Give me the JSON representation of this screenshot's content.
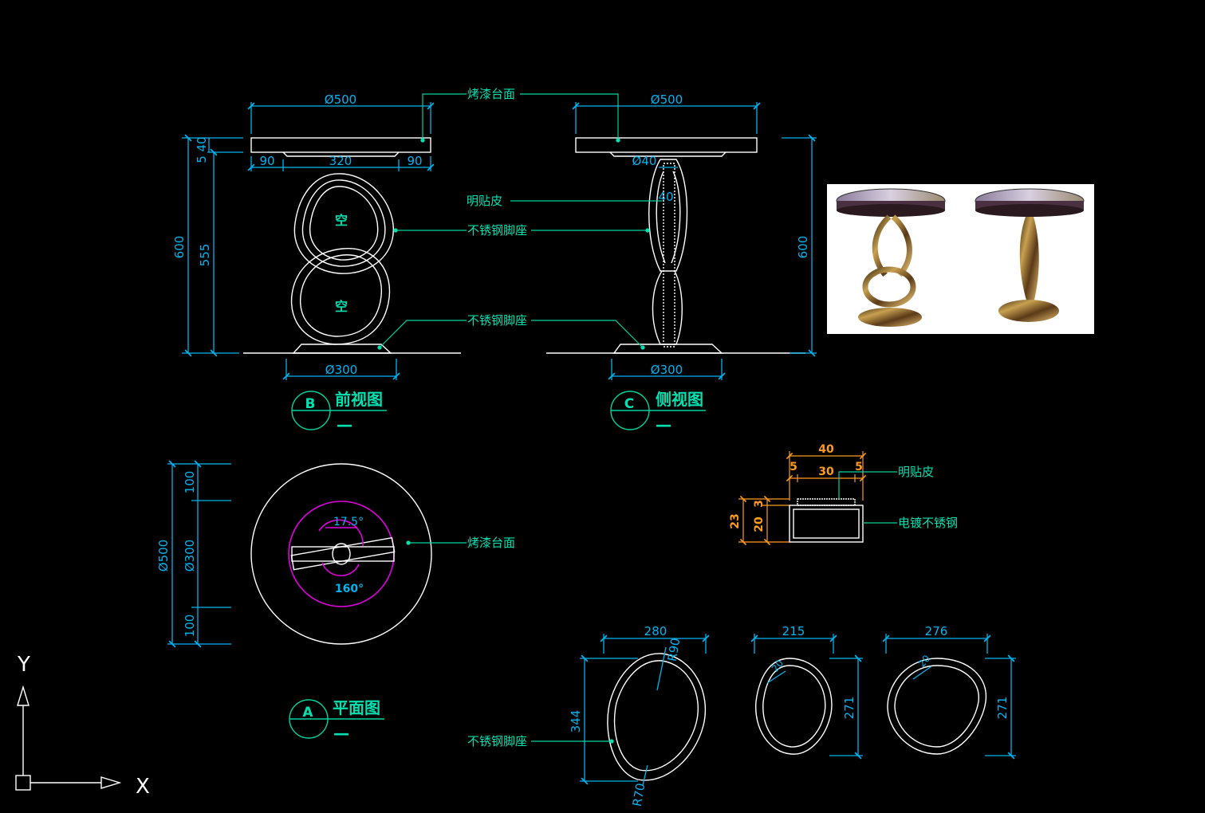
{
  "colors": {
    "background": "#000000",
    "dimension": "#00b4f0",
    "object": "#ffffff",
    "leader": "#00e0b0",
    "angle": "#e000e0",
    "section": "#ff9a20"
  },
  "front_view": {
    "label_letter": "B",
    "title": "前视图",
    "scale": "—",
    "top_width": "Ø500",
    "base_width": "Ø300",
    "segments": [
      "90",
      "320",
      "90"
    ],
    "height_total": "600",
    "height_leg": "555",
    "top_thick_a": "5",
    "top_thick_b": "40",
    "void_label": "空"
  },
  "side_view": {
    "label_letter": "C",
    "title": "侧视图",
    "scale": "—",
    "top_width": "Ø500",
    "base_width": "Ø300",
    "stem": "Ø40",
    "stem_w": "40",
    "height_total": "600"
  },
  "plan_view": {
    "label_letter": "A",
    "title": "平面图",
    "scale": "—",
    "outer": "Ø500",
    "inner": "Ø300",
    "offset_top": "100",
    "offset_bottom": "100",
    "angle_top": "17.5°",
    "angle_bottom": "160°"
  },
  "section": {
    "w_total": "40",
    "w_left": "5",
    "w_mid": "30",
    "w_right": "5",
    "h_total": "23",
    "h_a": "3",
    "h_b": "20"
  },
  "leaders": {
    "top_surface": "烤漆台面",
    "leather": "明贴皮",
    "steel_base": "不锈钢脚座",
    "plated_steel": "电镀不锈钢"
  },
  "rings": [
    {
      "width": "280",
      "height": "344",
      "r_a": "R90",
      "r_b": "R70"
    },
    {
      "width": "215",
      "height": "271",
      "t": "20"
    },
    {
      "width": "276",
      "height": "271",
      "t": "20"
    }
  ],
  "ucs": {
    "x": "X",
    "y": "Y"
  },
  "photo": {
    "description_icon": "table-photo"
  }
}
